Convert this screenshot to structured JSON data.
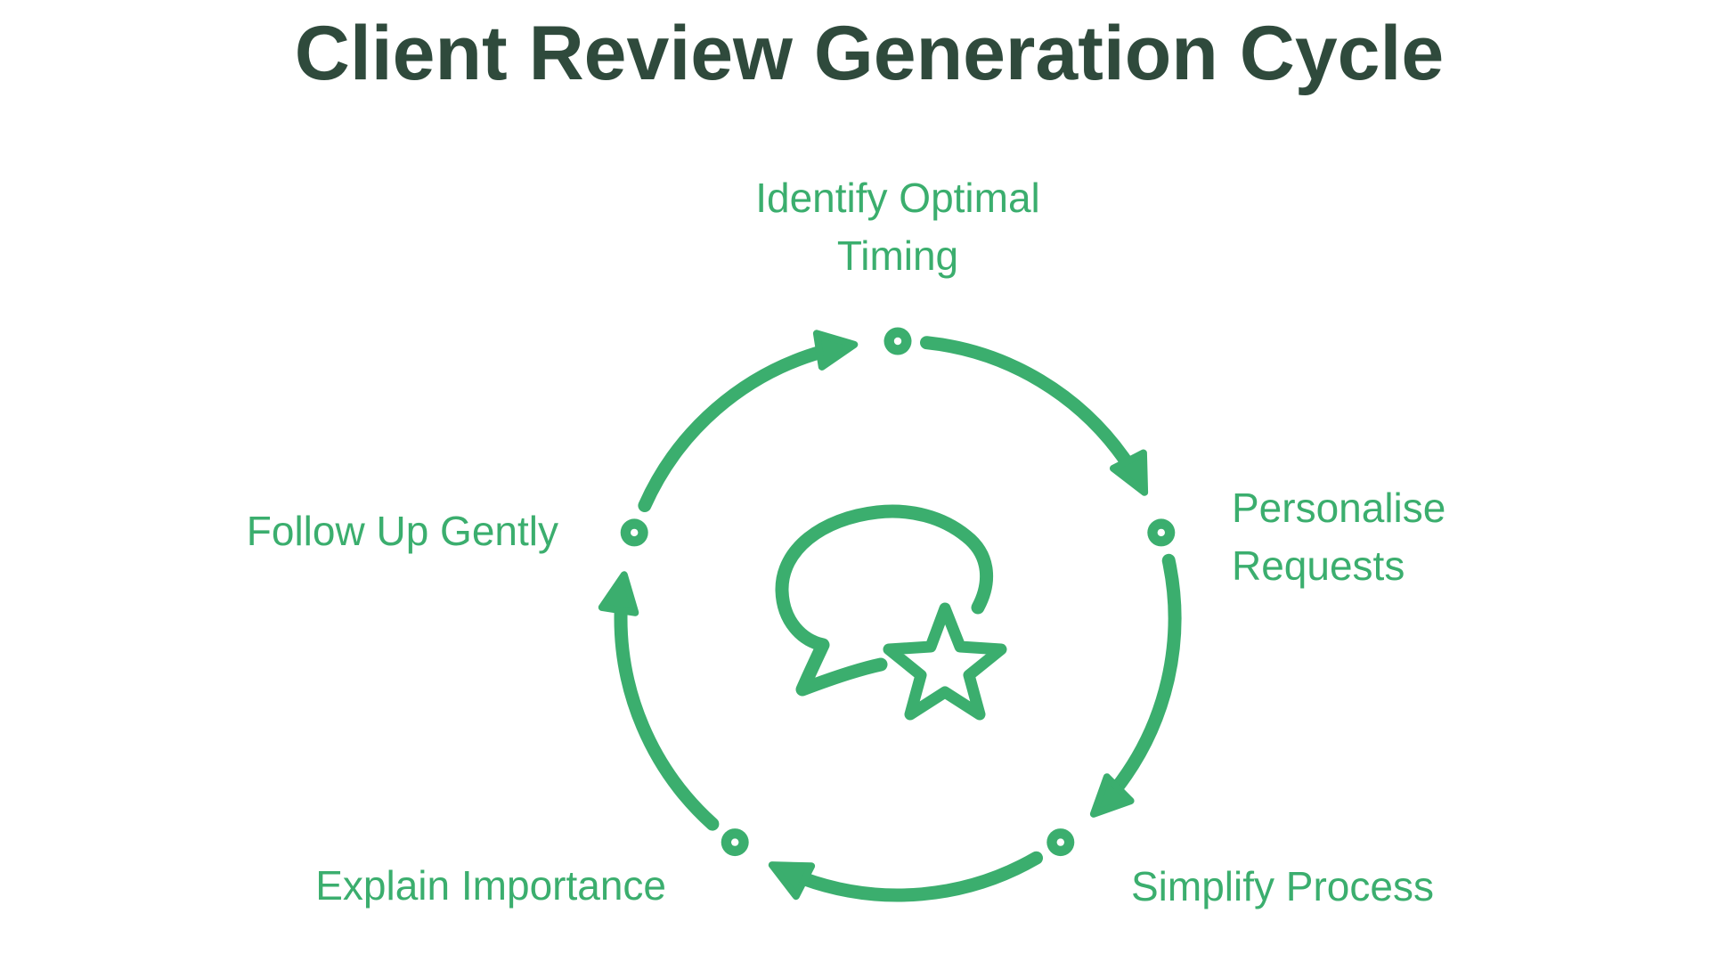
{
  "title": "Client Review Generation Cycle",
  "colors": {
    "accent": "#3BAE6E",
    "title_text": "#2F4A3C",
    "background": "#FFFFFF"
  },
  "diagram": {
    "type": "cycle",
    "direction": "clockwise",
    "center_icon": "speech-bubble-with-star",
    "steps": [
      {
        "id": "identify-optimal-timing",
        "label": "Identify Optimal\nTiming",
        "position": "top"
      },
      {
        "id": "personalise-requests",
        "label": "Personalise\nRequests",
        "position": "right"
      },
      {
        "id": "simplify-process",
        "label": "Simplify Process",
        "position": "bottom-right"
      },
      {
        "id": "explain-importance",
        "label": "Explain Importance",
        "position": "bottom-left"
      },
      {
        "id": "follow-up-gently",
        "label": "Follow Up Gently",
        "position": "left"
      }
    ]
  }
}
